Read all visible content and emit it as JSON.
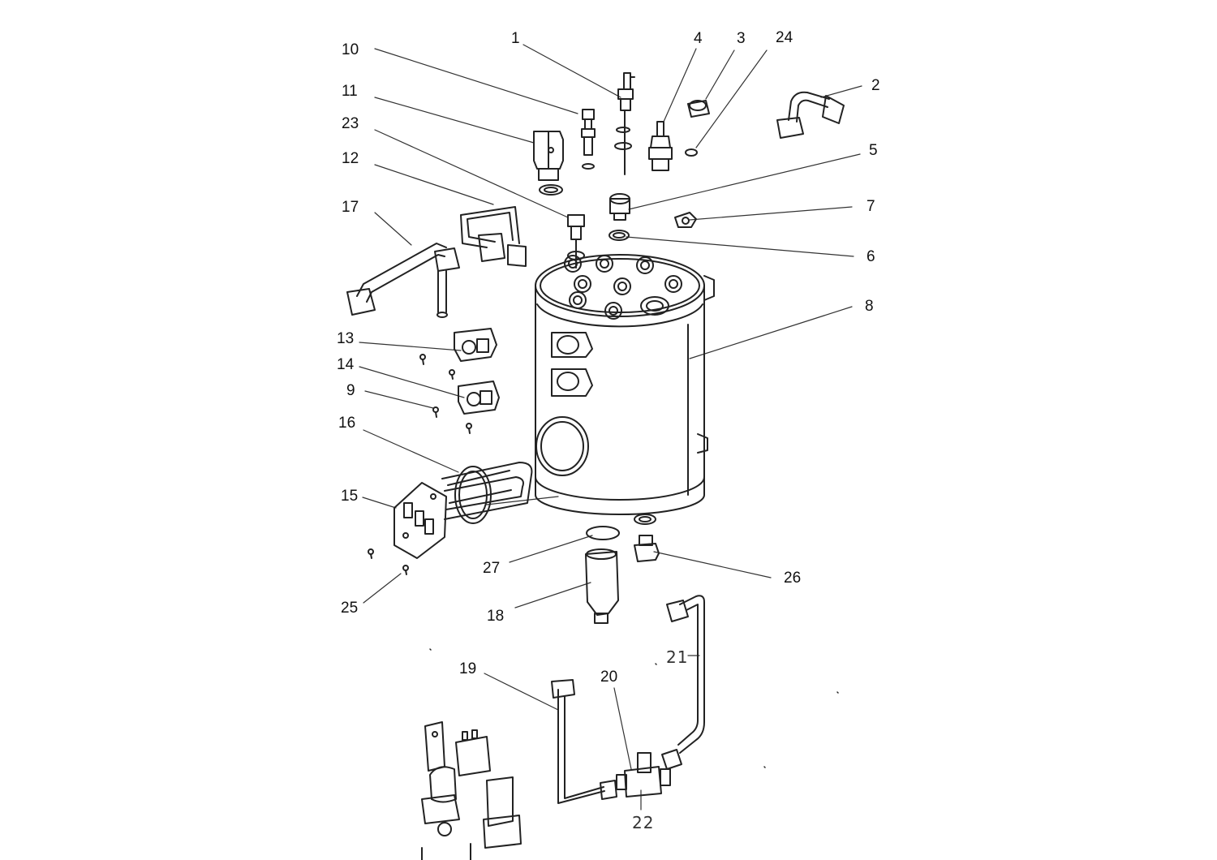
{
  "diagram": {
    "type": "exploded parts diagram",
    "subject": "boiler assembly",
    "colors": {
      "line": "#222222",
      "leader": "#333333",
      "background": "#ffffff"
    }
  },
  "parts": [
    {
      "id": "1",
      "number": "1"
    },
    {
      "id": "2",
      "number": "2"
    },
    {
      "id": "3",
      "number": "3"
    },
    {
      "id": "4",
      "number": "4"
    },
    {
      "id": "5",
      "number": "5"
    },
    {
      "id": "6",
      "number": "6"
    },
    {
      "id": "7",
      "number": "7"
    },
    {
      "id": "8",
      "number": "8"
    },
    {
      "id": "9",
      "number": "9"
    },
    {
      "id": "10",
      "number": "10"
    },
    {
      "id": "11",
      "number": "11"
    },
    {
      "id": "12",
      "number": "12"
    },
    {
      "id": "13",
      "number": "13"
    },
    {
      "id": "14",
      "number": "14"
    },
    {
      "id": "15",
      "number": "15"
    },
    {
      "id": "16",
      "number": "16"
    },
    {
      "id": "17",
      "number": "17"
    },
    {
      "id": "18",
      "number": "18"
    },
    {
      "id": "19",
      "number": "19"
    },
    {
      "id": "20",
      "number": "20"
    },
    {
      "id": "21",
      "number": "21"
    },
    {
      "id": "22",
      "number": "22"
    },
    {
      "id": "23",
      "number": "23"
    },
    {
      "id": "24",
      "number": "24"
    },
    {
      "id": "25",
      "number": "25"
    },
    {
      "id": "26",
      "number": "26"
    },
    {
      "id": "27",
      "number": "27"
    }
  ]
}
